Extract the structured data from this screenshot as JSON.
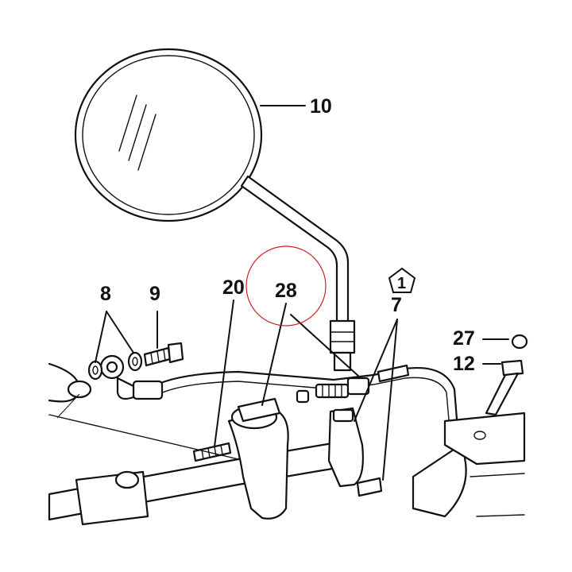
{
  "diagram": {
    "callouts": {
      "mirror": "10",
      "washers": "8",
      "banjo_bolt": "9",
      "clamp_screw": "20",
      "brake_hose_fitting": "28",
      "master_cylinder_clamp": "7",
      "reference_marker": "1",
      "cap": "27",
      "cap_screw": "12"
    },
    "highlight_color": "#cc2222",
    "ink_color": "#111111"
  }
}
